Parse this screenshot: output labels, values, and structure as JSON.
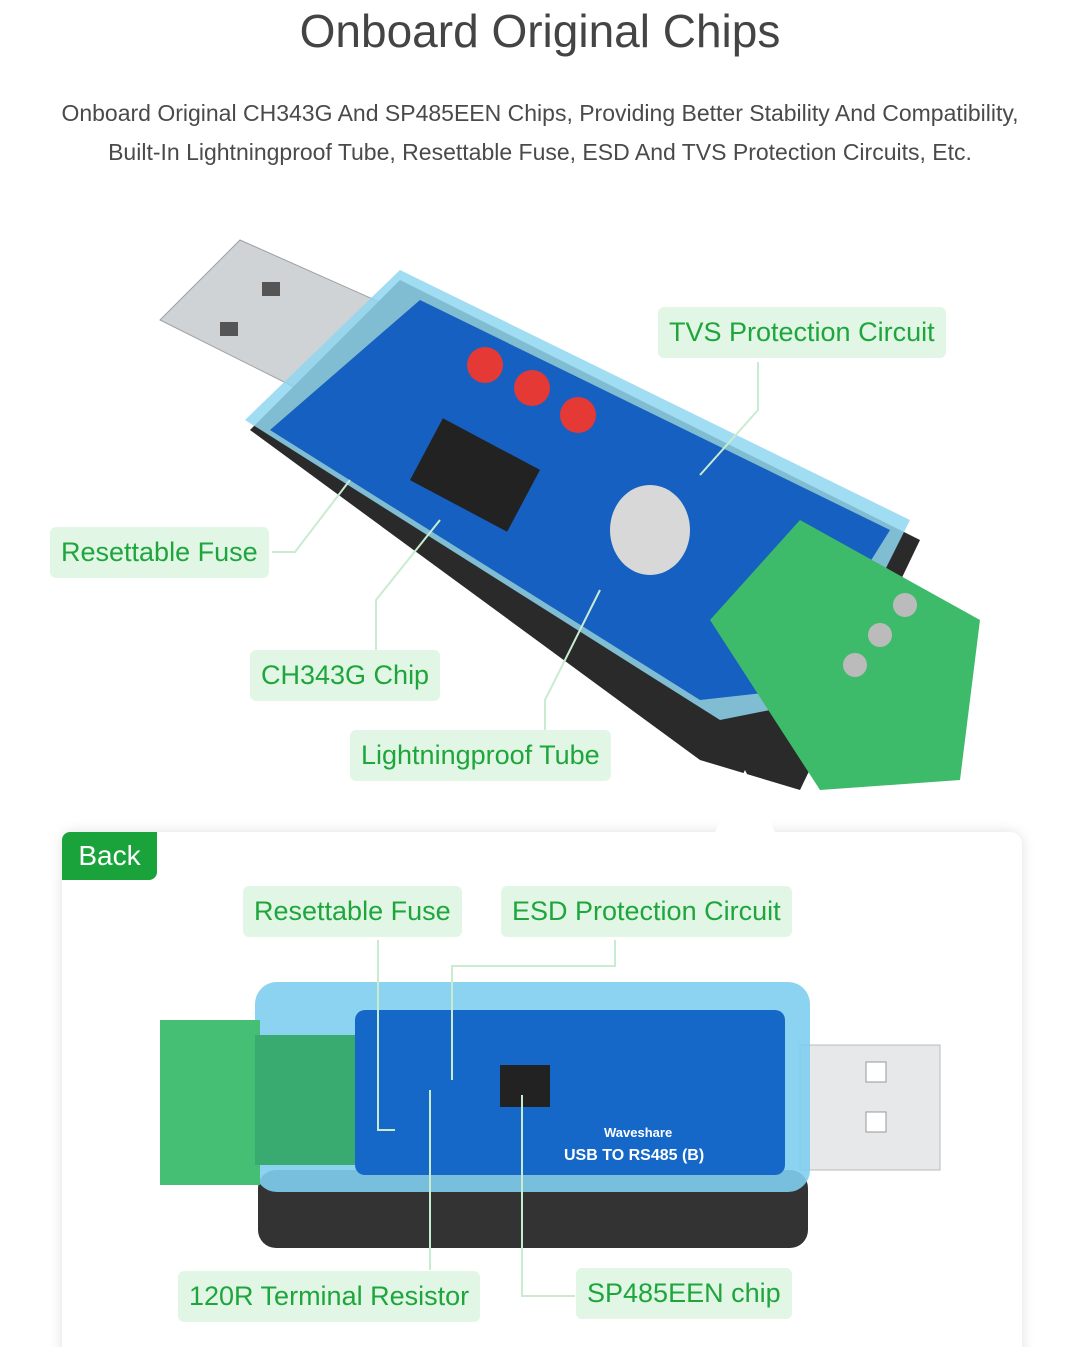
{
  "header": {
    "title": "Onboard Original Chips",
    "subtitle_line1": "Onboard Original CH343G And SP485EEN Chips, Providing Better Stability And Compatibility,",
    "subtitle_line2": "Built-In Lightningproof Tube, Resettable Fuse, ESD And TVS Protection Circuits, Etc."
  },
  "front_labels": {
    "tvs": "TVS Protection Circuit",
    "fuse": "Resettable Fuse",
    "chip": "CH343G Chip",
    "tube": "Lightningproof Tube"
  },
  "back_panel": {
    "badge": "Back",
    "fuse": "Resettable Fuse",
    "esd": "ESD Protection Circuit",
    "resistor": "120R Terminal Resistor",
    "sp485": "SP485EEN chip"
  },
  "board_print": {
    "brand": "Waveshare",
    "model": "USB TO RS485 (B)"
  },
  "colors": {
    "accent": "#1aa33a",
    "label_bg": "#e2f6e6",
    "pcb": "#1565c0",
    "terminal": "#3dbb6a"
  }
}
